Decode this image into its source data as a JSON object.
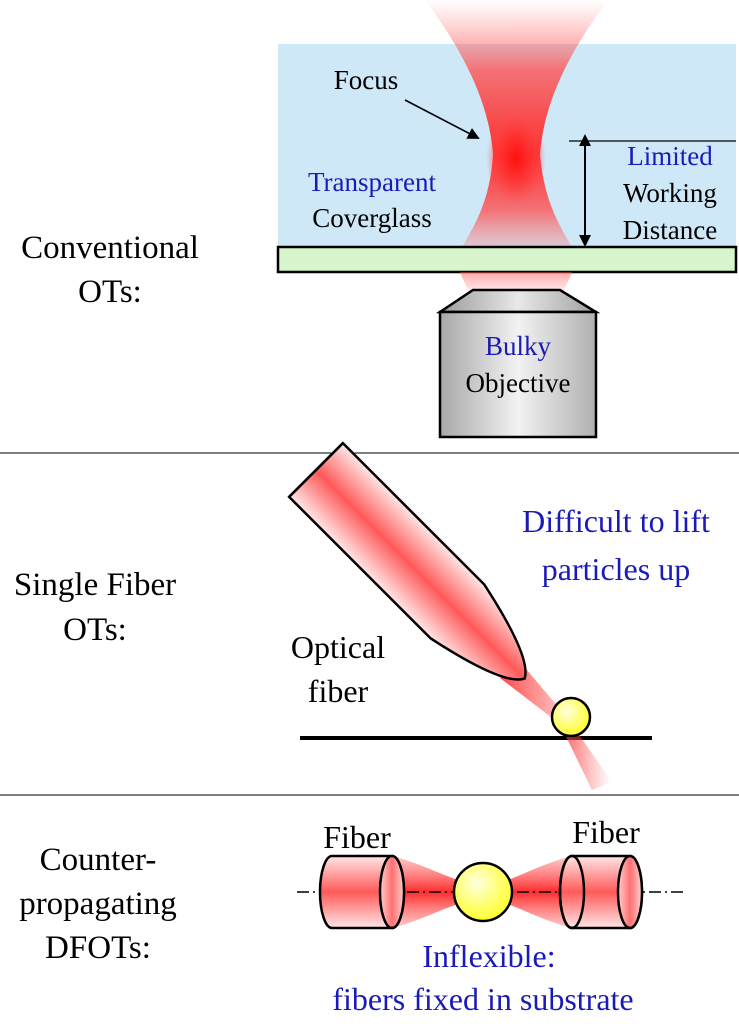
{
  "colors": {
    "coverglass_fill": "#cfe8f8",
    "substrate_fill": "#d6f5cc",
    "beam_red": "#ff1a1a",
    "particle_yellow": "#ffff66",
    "objective_gray": "#d0d0d0",
    "blue_text": "#1a1ab8"
  },
  "panels": [
    {
      "title_lines": [
        "Conventional",
        "OTs:"
      ],
      "focus_label": "Focus",
      "medium_line1": "Transparent",
      "medium_line2": "Coverglass",
      "distance_line1": "Limited",
      "distance_line2": "Working",
      "distance_line3": "Distance",
      "objective_line1": "Bulky",
      "objective_line2": "Objective"
    },
    {
      "title_lines": [
        "Single Fiber",
        "OTs:"
      ],
      "issue_line1": "Difficult to lift",
      "issue_line2": "particles up",
      "fiber_line1": "Optical",
      "fiber_line2": "fiber"
    },
    {
      "title_lines": [
        "Counter-",
        "propagating",
        "DFOTs:"
      ],
      "left_fiber_label": "Fiber",
      "right_fiber_label": "Fiber",
      "issue_line1": "Inflexible:",
      "issue_line2": "fibers fixed in substrate"
    }
  ]
}
